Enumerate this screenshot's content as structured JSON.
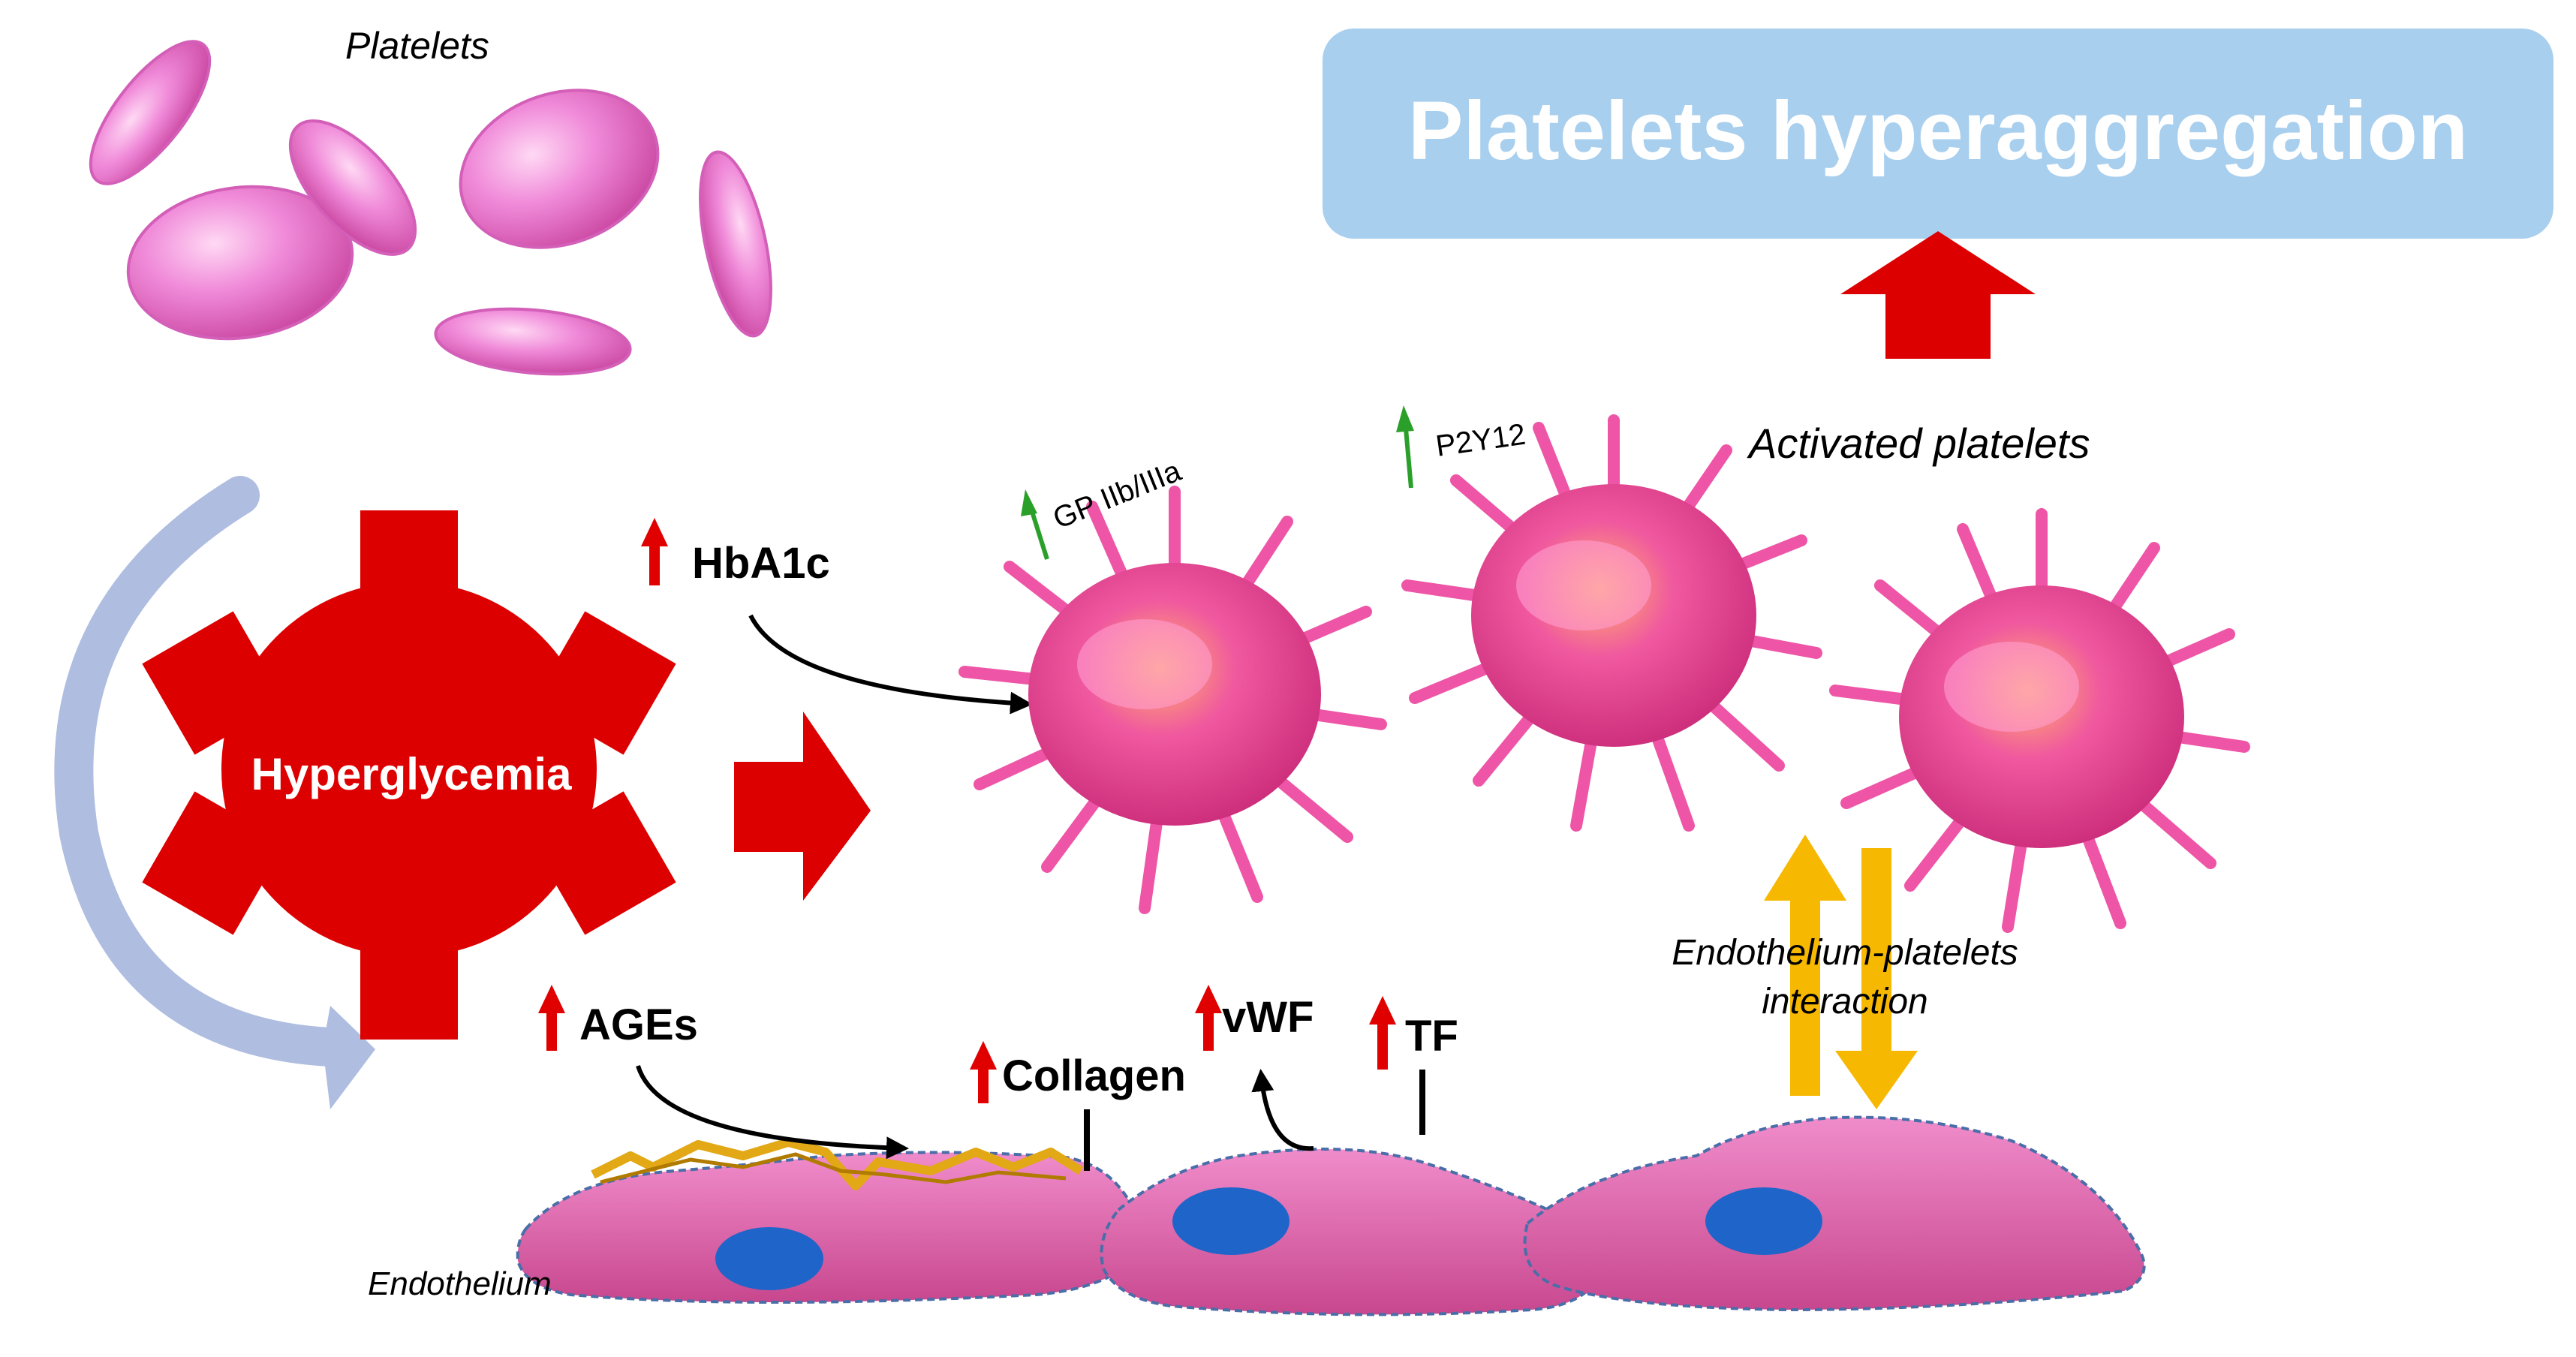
{
  "labels": {
    "platelets": "Platelets",
    "title": "Platelets hyperaggregation",
    "hyperglycemia": "Hyperglycemia",
    "hba1c": "HbA1c",
    "gp": "GP IIb/IIIa",
    "p2y12": "P2Y12",
    "activated": "Activated platelets",
    "ages": "AGEs",
    "collagen": "Collagen",
    "vwf": "vWF",
    "tf": "TF",
    "interaction_line1": "Endothelium-platelets",
    "interaction_line2": "interaction",
    "endothelium": "Endothelium"
  },
  "colors": {
    "increase_arrow": "#e00000",
    "green_arrow": "#2aa02a",
    "gear": "#dd0000",
    "title_box": "#a9cfee",
    "cycle_arrow": "#aebde0",
    "interaction_arrow": "#f6b800",
    "cell_pink": "#e763b3",
    "nucleus": "#1f64c8",
    "resting_platelet": "#ee7bd6",
    "activated_platelet": "#ee4fa0",
    "collagen": "#e2a816"
  },
  "icons": {
    "gear": "gear-icon",
    "up_arrow": "up-arrow-icon",
    "right_arrow": "right-arrow-icon",
    "cycle": "cycle-arrow-icon"
  }
}
